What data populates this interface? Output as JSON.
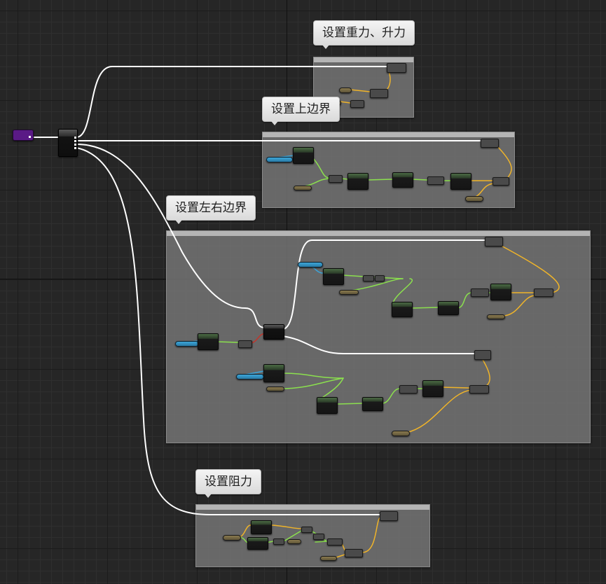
{
  "comments": {
    "gravity": "设置重力、升力",
    "top_bound": "设置上边界",
    "lr_bound": "设置左右边界",
    "drag": "设置阻力"
  },
  "colors": {
    "background": "#262626",
    "exec_wire": "#ffffff",
    "float_wire": "#f0b429",
    "bool_wire": "#8be04e",
    "vector_wire": "#3aa6dc",
    "event_node": "#5a1a86",
    "comment_box": "#787878"
  },
  "icons": {
    "event": "event-node-icon",
    "sequence": "sequence-node-icon"
  }
}
